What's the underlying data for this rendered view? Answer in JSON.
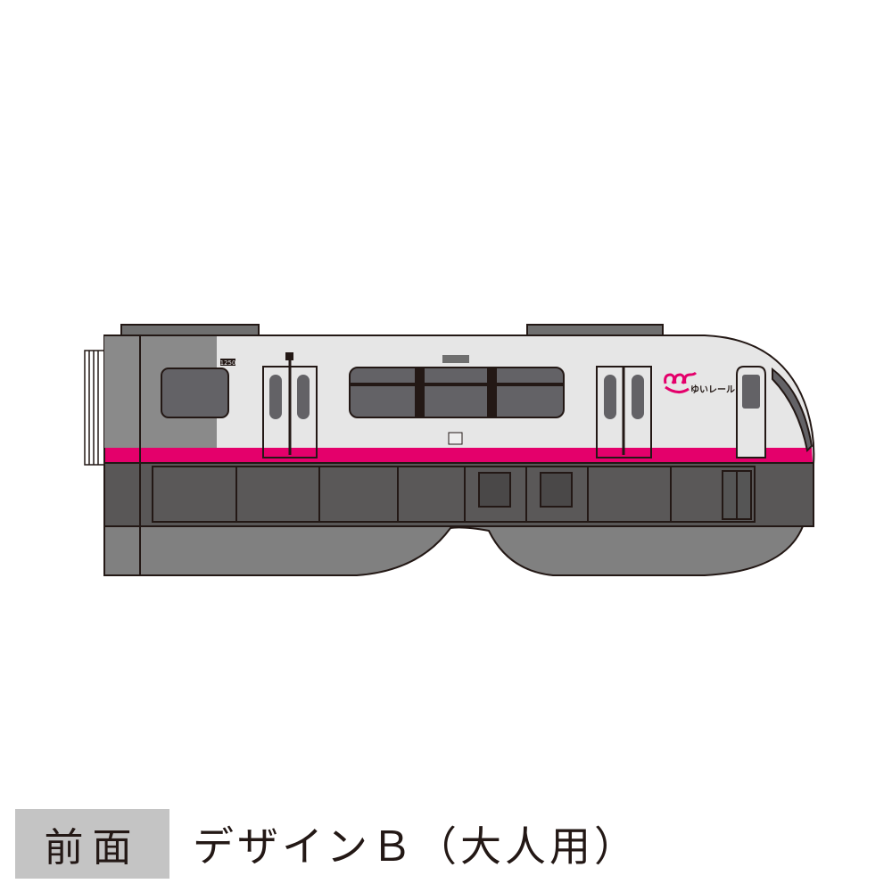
{
  "train": {
    "car_number": "1250",
    "logo_text": "ゆいレール",
    "colors": {
      "body": "#e6e6e6",
      "stripe": "#e4006b",
      "skirt": "#595757",
      "lower": "#808080",
      "end": "#8a8a8a",
      "window": "#636266",
      "outline": "#231815"
    }
  },
  "caption": {
    "badge": "前面",
    "title": "デザインＢ（大人用）"
  }
}
